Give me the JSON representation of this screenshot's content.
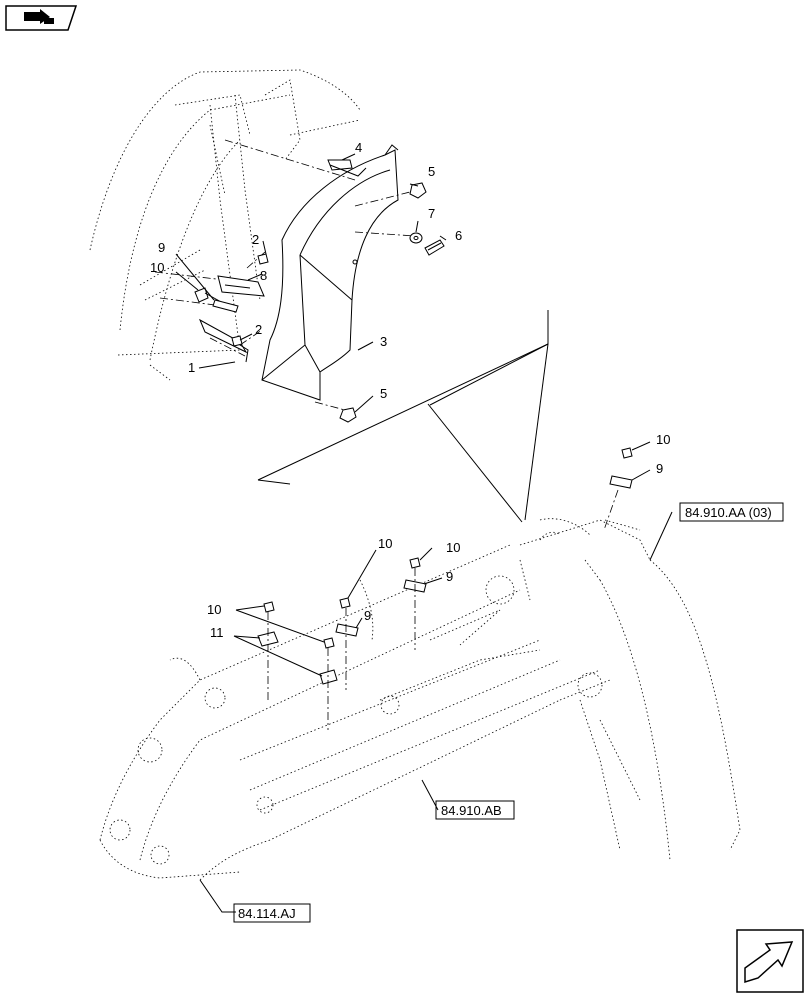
{
  "callouts": {
    "c1": "1",
    "c2a": "2",
    "c2b": "2",
    "c3": "3",
    "c4": "4",
    "c5a": "5",
    "c5b": "5",
    "c6": "6",
    "c7": "7",
    "c8": "8",
    "c9a": "9",
    "c10a": "10",
    "c10b": "10",
    "c9b": "9",
    "c10c": "10",
    "c9c": "9",
    "c10d": "10",
    "c9d": "9",
    "c10e": "10",
    "c11": "11"
  },
  "references": {
    "aa": "84.910.AA (03)",
    "ab": "84.910.AB",
    "aj": "84.114.AJ"
  },
  "icons": {
    "top_left": "book-arrow-icon",
    "bottom_right": "navigation-arrow-icon"
  }
}
